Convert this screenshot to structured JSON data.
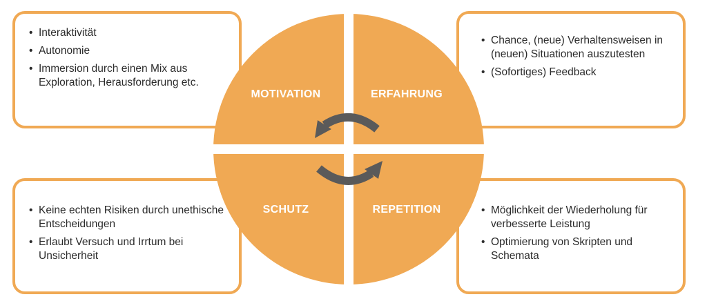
{
  "quadrants": {
    "top_left": {
      "label": "MOTIVATION",
      "items": [
        "Interaktivität",
        "Autonomie",
        "Immersion durch einen Mix aus Exploration, Herausforderung etc."
      ]
    },
    "top_right": {
      "label": "ERFAHRUNG",
      "items": [
        "Chance, (neue) Verhaltensweisen in (neuen) Situationen auszutesten",
        "(Sofortiges) Feedback"
      ]
    },
    "bottom_left": {
      "label": "SCHUTZ",
      "items": [
        "Keine echten Risiken durch unethische Entscheidungen",
        "Erlaubt Versuch und Irrtum bei Unsicherheit"
      ]
    },
    "bottom_right": {
      "label": "REPETITION",
      "items": [
        "Möglichkeit der Wiederholung für verbesserte Leistung",
        "Optimierung von Skripten und Schemata"
      ]
    }
  },
  "colors": {
    "accent": "#f0a954",
    "arrow": "#5a5a5a",
    "text": "#2b2b2b",
    "background": "#ffffff"
  },
  "icons": {
    "cycle": "cycle-arrows-icon"
  }
}
